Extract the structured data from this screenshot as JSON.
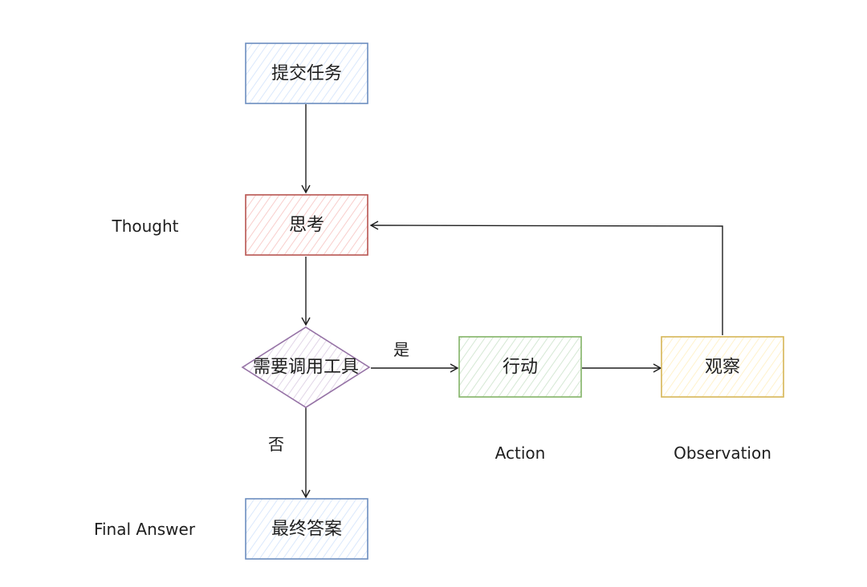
{
  "colors": {
    "blue_stroke": "#6c8ebf",
    "blue_fill": "#dae8fc",
    "red_stroke": "#b85450",
    "red_fill": "#f8cecc",
    "purple_stroke": "#9673a6",
    "purple_fill": "#e1d5e7",
    "green_stroke": "#82b366",
    "green_fill": "#d5e8d4",
    "yellow_stroke": "#d6b656",
    "yellow_fill": "#fff2cc",
    "line": "#1e1e1e"
  },
  "nodes": {
    "submit": {
      "label": "提交任务"
    },
    "think": {
      "label": "思考"
    },
    "decision": {
      "label": "需要调用工具"
    },
    "action": {
      "label": "行动"
    },
    "observe": {
      "label": "观察"
    },
    "final": {
      "label": "最终答案"
    }
  },
  "edge_labels": {
    "yes": "是",
    "no": "否"
  },
  "side_labels": {
    "thought": "Thought",
    "action": "Action",
    "observation": "Observation",
    "final_answer": "Final Answer"
  }
}
